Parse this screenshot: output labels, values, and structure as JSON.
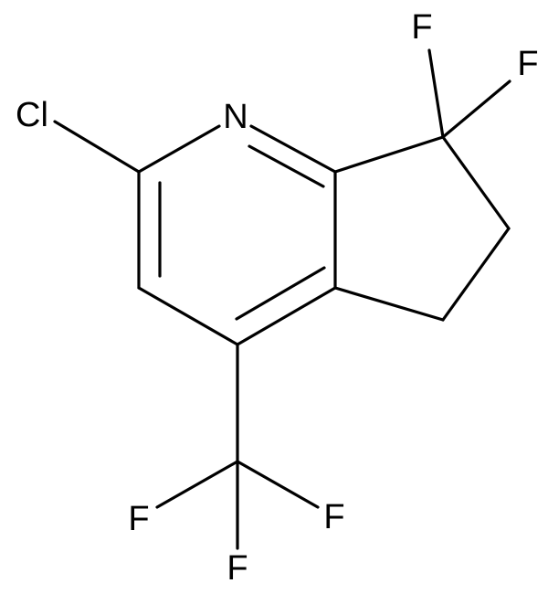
{
  "molecule": {
    "atoms": {
      "cl": "Cl",
      "n": "N",
      "f_top_left": "F",
      "f_top_right": "F",
      "f_cf3_left": "F",
      "f_cf3_right": "F",
      "f_cf3_bottom": "F"
    }
  }
}
